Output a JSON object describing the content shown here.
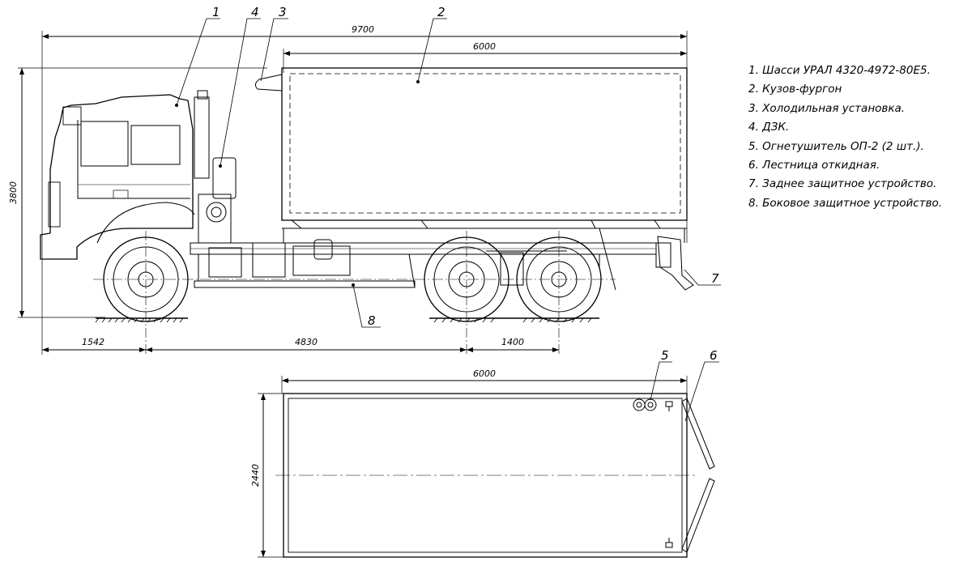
{
  "dimensions": {
    "overall_length": "9700",
    "body_length_side": "6000",
    "overall_height": "3800",
    "front_overhang": "1542",
    "wheelbase": "4830",
    "rear_axle_spacing": "1400",
    "body_length_plan": "6000",
    "body_width": "2440"
  },
  "callouts": {
    "c1": "1",
    "c2": "2",
    "c3": "3",
    "c4": "4",
    "c5": "5",
    "c6": "6",
    "c7": "7",
    "c8": "8"
  },
  "legend": [
    "1. Шасси УРАЛ 4320-4972-80Е5.",
    "2. Кузов-фургон",
    "3. Холодильная установка.",
    "4. ДЗК.",
    "5. Огнетушитель ОП-2 (2 шт.).",
    "6. Лестница откидная.",
    "7. Заднее защитное устройство.",
    "8. Боковое защитное устройство."
  ],
  "colors": {
    "line": "#000000",
    "background": "#ffffff"
  }
}
